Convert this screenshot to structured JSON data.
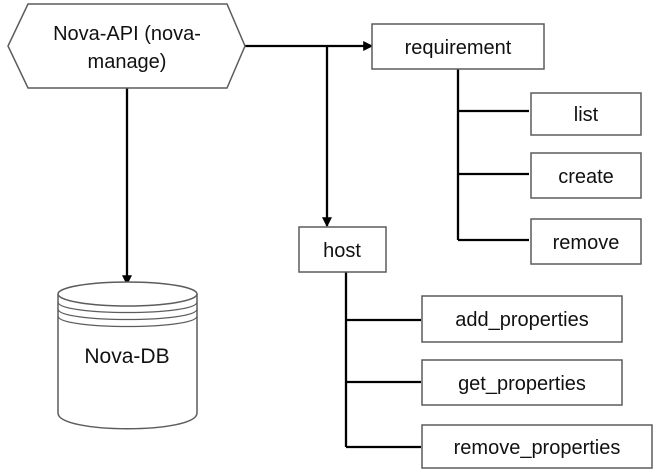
{
  "diagram": {
    "api_node": {
      "line1": "Nova-API (nova-",
      "line2": "manage)"
    },
    "db_node": {
      "label": "Nova-DB"
    },
    "requirement": {
      "label": "requirement",
      "children": [
        {
          "label": "list"
        },
        {
          "label": "create"
        },
        {
          "label": "remove"
        }
      ]
    },
    "host": {
      "label": "host",
      "children": [
        {
          "label": "add_properties"
        },
        {
          "label": "get_properties"
        },
        {
          "label": "remove_properties"
        }
      ]
    }
  }
}
